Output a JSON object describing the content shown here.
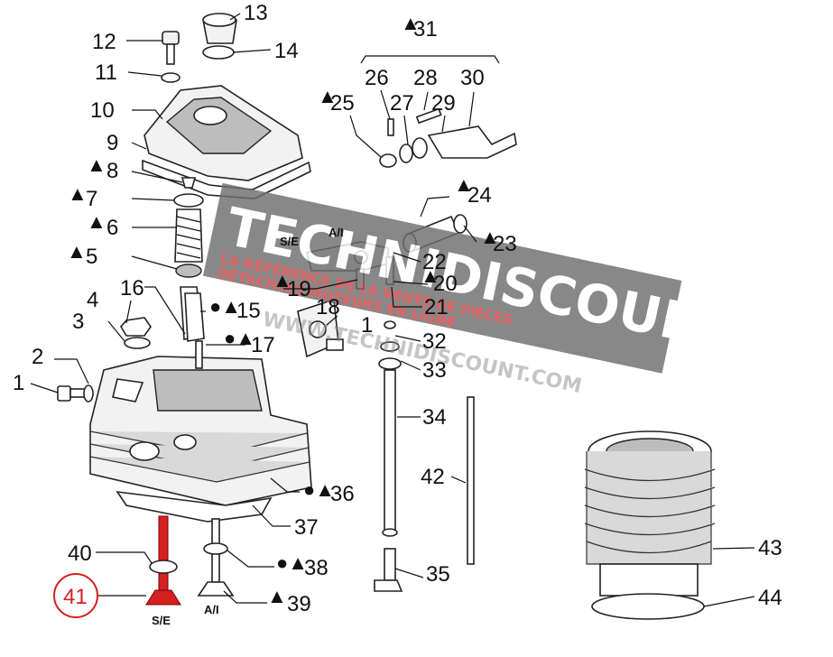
{
  "callouts": {
    "c1": "1",
    "c2": "2",
    "c3": "3",
    "c4": "4",
    "c5": "5",
    "c6": "6",
    "c7": "7",
    "c8": "8",
    "c9": "9",
    "c10": "10",
    "c11": "11",
    "c12": "12",
    "c13": "13",
    "c14": "14",
    "c15": "15",
    "c16": "16",
    "c17": "17",
    "c18": "18",
    "c19": "19",
    "c20": "20",
    "c21": "21",
    "c22": "22",
    "c23": "23",
    "c24": "24",
    "c25": "25",
    "c26": "26",
    "c27": "27",
    "c28": "28",
    "c29": "29",
    "c30": "30",
    "c31": "31",
    "c32": "32",
    "c33": "33",
    "c34": "34",
    "c35": "35",
    "c36": "36",
    "c37": "37",
    "c38": "38",
    "c39": "39",
    "c40": "40",
    "c41": "41",
    "c42": "42",
    "c43": "43",
    "c44": "44",
    "c1b": "1"
  },
  "symbols": {
    "triangle": "▲",
    "dot_triangle": "●▲"
  },
  "valve_labels": {
    "se_bottom": "S/E",
    "ai_bottom": "A/I",
    "se_top": "S/E",
    "ai_top": "A/I"
  },
  "watermark": {
    "brand": "TECHNIDISCOUNT",
    "tagline_1": "LA RÉFÉRENCE DE LA VENTE DE PIÈCES",
    "tagline_2": "DÉTACHÉES MOTEURS EN LIGNE",
    "url": "WWW.TECHNIDISCOUNT.COM"
  },
  "highlight": {
    "part": "41",
    "color": "#d42020"
  },
  "colors": {
    "line": "#111111",
    "highlight_part": "#d42020",
    "watermark_band": "#6e6e6e"
  }
}
